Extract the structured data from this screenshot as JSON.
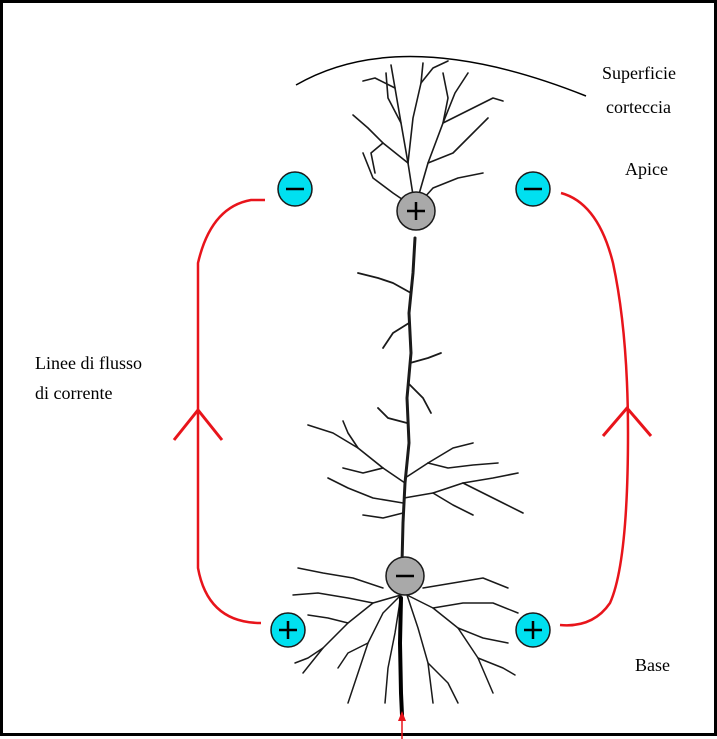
{
  "labels": {
    "surface_line1": "Superficie",
    "surface_line2": "corteccia",
    "apex": "Apice",
    "base": "Base",
    "flow_line1": "Linee di flusso",
    "flow_line2": "di corrente"
  },
  "charges": {
    "positive_symbol": "+",
    "negative_symbol": "−"
  },
  "colors": {
    "flow_line": "#e8141b",
    "charge_circle_fill": "#00e0f0",
    "soma_circle_fill": "#a9a9a9",
    "neuron": "#1a1a1a",
    "border": "#000000"
  }
}
